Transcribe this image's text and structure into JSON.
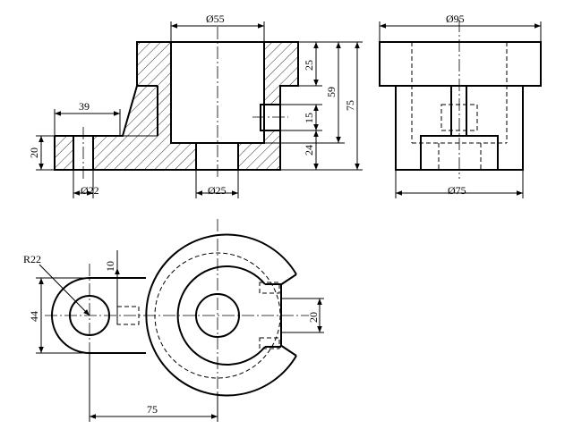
{
  "dimensions": {
    "front_top_bore": "Ø55",
    "front_height_25": "25",
    "front_height_59": "59",
    "front_height_75": "75",
    "front_slot_15": "15",
    "front_height_24": "24",
    "front_left_width_39": "39",
    "front_left_height_20": "20",
    "front_small_hole": "Ø22",
    "front_bottom_bore": "Ø25",
    "side_top_width": "Ø95",
    "side_bottom_width": "Ø75",
    "plan_radius": "R22",
    "plan_width_10": "10",
    "plan_height_44": "44",
    "plan_slot_20": "20",
    "plan_distance_75": "75"
  }
}
